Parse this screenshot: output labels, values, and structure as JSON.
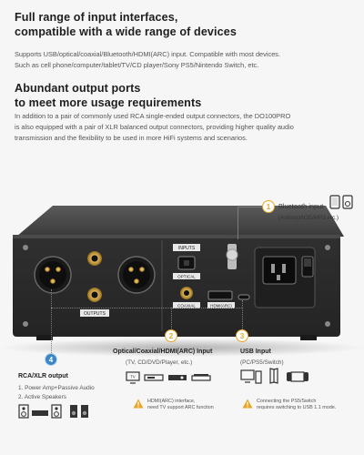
{
  "section1": {
    "title_line1": "Full range of input interfaces,",
    "title_line2": "compatible with a wide range of devices",
    "body_line1": "Supports USB/optical/coaxial/Bluetooth/HDMI(ARC) input. Compatible with most devices.",
    "body_line2": "Such as cell phone/computer/tablet/TV/CD player/Sony PS5/Nintendo Switch, etc."
  },
  "section2": {
    "title_line1": "Abundant output ports",
    "title_line2": "to meet more usage requirements",
    "body_line1": "In addition to a pair of commonly used RCA single-ended output connectors, the DO100PRO",
    "body_line2": "is also equipped with a pair of XLR balanced output connectors, providing higher quality audio",
    "body_line3": "transmission and the flexibility to be used in more HiFi systems and scenarios."
  },
  "bluetooth": {
    "number": "1",
    "title": "Bluetooth input",
    "sub": "(Android/IOS/MP3 etc.)"
  },
  "coax": {
    "number": "2",
    "title": "Optical/Coaxial/HDMI(ARC) Input",
    "sub": "(TV, CD/DVD/Player, etc.)",
    "note_line1": "HDMI(ARC) interface,",
    "note_line2": "need TV support ARC function"
  },
  "usb": {
    "number": "3",
    "title": "USB Input",
    "sub": "(PC/PS5/Switch)",
    "note_line1": "Connecting the PS5/Switch",
    "note_line2": "requires switching to USB 1.1 mode."
  },
  "rca": {
    "number": "4",
    "title": "RCA/XLR output",
    "item1": "1. Power Amp+Passive Audio",
    "item2": "2. Active Speakers"
  },
  "device_labels": {
    "inputs": "INPUTS",
    "optical": "OPTICAL",
    "coaxial": "COAXIAL",
    "hdmi": "HDMI(ARC)",
    "outputs": "OUTPUTS",
    "tv": "TV"
  },
  "colors": {
    "accent": "#e8a628",
    "rca_badge": "#3b86c4",
    "device_body": "#2e2e2e"
  }
}
